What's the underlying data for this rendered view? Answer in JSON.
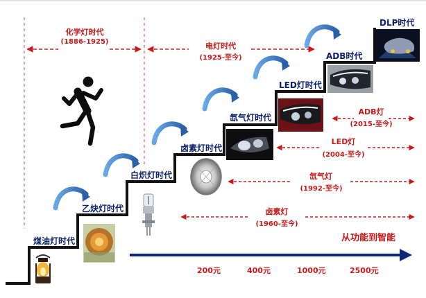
{
  "colors": {
    "navy": "#0a2a78",
    "red": "#c81a1a",
    "blue_arrow": "#3f7fc6",
    "stair": "#111111"
  },
  "steps": [
    {
      "label": "煤油灯时代",
      "image": "kerosene-lantern"
    },
    {
      "label": "乙炔灯时代",
      "image": "acetylene-lamp"
    },
    {
      "label": "白炽灯时代",
      "image": "incandescent-bulb"
    },
    {
      "label": "卤素灯时代",
      "image": "halogen-reflector"
    },
    {
      "label": "氙气灯时代",
      "image": "xenon-headlight"
    },
    {
      "label": "LED灯时代",
      "image": "led-headlight"
    },
    {
      "label": "ADB时代",
      "image": "adb-headlight"
    },
    {
      "label": "DLP时代",
      "image": "dlp-projection"
    }
  ],
  "eras": [
    {
      "title": "化学灯时代",
      "years": "(1886-1925)"
    },
    {
      "title": "电灯时代",
      "years": "(1925-至今)"
    }
  ],
  "spans": [
    {
      "title": "ADB灯",
      "years": "(2015-至今)"
    },
    {
      "title": "LED灯",
      "years": "(2004-至今)"
    },
    {
      "title": "氙气灯",
      "years": "(1992-至今)"
    },
    {
      "title": "卤素灯",
      "years": "(1960-至今)"
    }
  ],
  "trend": {
    "label": "从功能到智能",
    "prices": [
      "200元",
      "400元",
      "1000元",
      "2500元"
    ]
  },
  "icons": {
    "figure": "running-person-icon"
  }
}
